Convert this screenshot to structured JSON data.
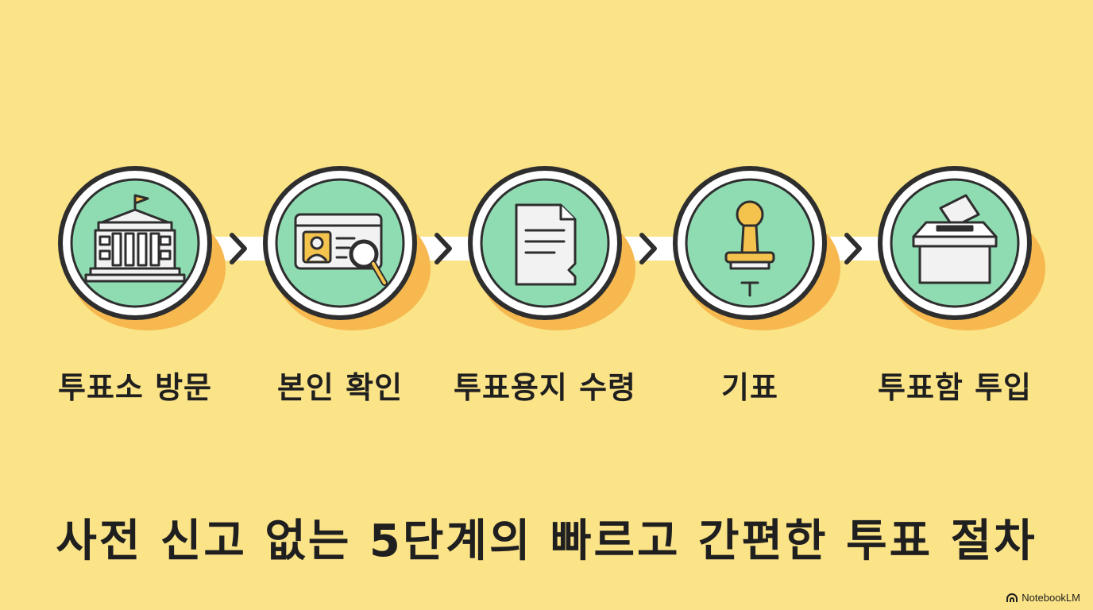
{
  "steps": [
    {
      "label": "투표소 방문",
      "icon": "government-building-icon"
    },
    {
      "label": "본인 확인",
      "icon": "id-card-search-icon"
    },
    {
      "label": "투표용지 수령",
      "icon": "ballot-paper-icon"
    },
    {
      "label": "기표",
      "icon": "stamp-icon"
    },
    {
      "label": "투표함 투입",
      "icon": "ballot-box-icon"
    }
  ],
  "tagline": "사전 신고 없는 5단계의 빠르고 간편한 투표 절차",
  "brand": "NotebookLM",
  "colors": {
    "background": "#fbe387",
    "circle_fill": "#8fdcb3",
    "outline": "#2e2e2e",
    "shadow": "#f6b84f",
    "connector": "#ffffff",
    "icon_paper": "#f2f2f2",
    "icon_accent": "#f4c34e"
  }
}
